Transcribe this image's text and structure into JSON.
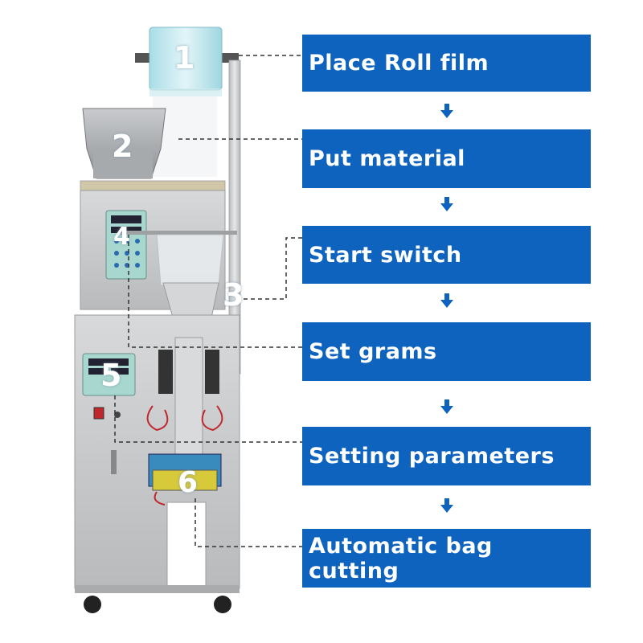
{
  "steps": [
    {
      "num": "1",
      "label": "Place Roll film"
    },
    {
      "num": "2",
      "label": "Put material"
    },
    {
      "num": "3",
      "label": "Start switch"
    },
    {
      "num": "4",
      "label": "Set grams"
    },
    {
      "num": "5",
      "label": "Setting parameters"
    },
    {
      "num": "6",
      "label": "Automatic bag cutting"
    }
  ],
  "colors": {
    "box": "#0d63bd",
    "arrow": "#0d63bd",
    "connector": "#333333",
    "steel": "#c9cbcd"
  },
  "icons": [
    "arrow-down-icon"
  ]
}
